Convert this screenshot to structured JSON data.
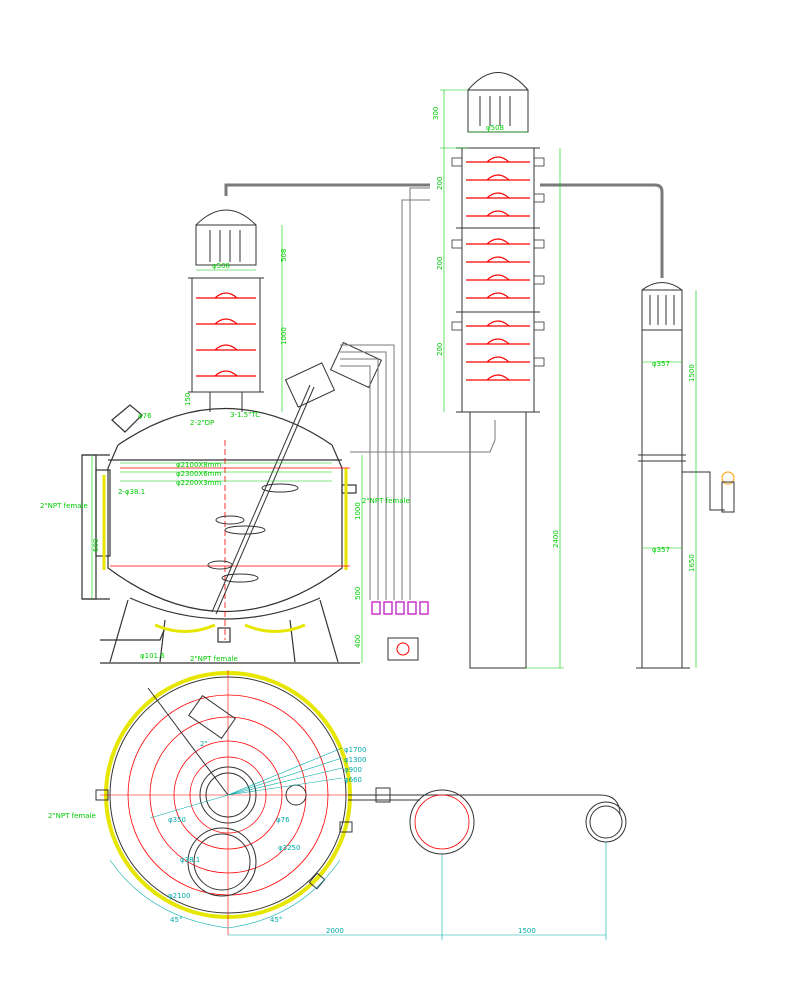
{
  "colors": {
    "outline": "#333333",
    "dimension": "#00cc00",
    "centerline": "#ff0000",
    "tray": "#ff0000",
    "jacket": "#e6e600",
    "pipe": "#7a7a7a",
    "sample_valves": "#cc33cc",
    "plan_dimension": "#00aaaa",
    "note_blue": "#3333cc"
  },
  "elevation": {
    "tank": {
      "dims": {
        "d2100": "φ2100X8mm",
        "d2300": "φ2300X6mm",
        "d2200": "φ2200X3mm",
        "height_1000": "1000",
        "height_500": "500",
        "height_600": "600",
        "leg_400": "400",
        "d38": "2-φ38.1",
        "bottom_outlet": "φ101.6",
        "d76": "φ76"
      },
      "notes": {
        "npt_left": "2\"NPT female",
        "npt_right": "2\"NPT female",
        "npt_bottom": "2\"NPT female",
        "dp_fitting": "2-2\"DP",
        "top_fitting": "3-1.5\"TC"
      }
    },
    "column_small": {
      "dims": {
        "diameter": "φ508",
        "top_height": "508",
        "body_height": "1000",
        "bottom_height": "150"
      }
    },
    "column_tall": {
      "dims": {
        "diameter": "φ508",
        "top_height": "300",
        "total_height": "2400",
        "seg_1": "200",
        "seg_2": "200",
        "seg_3": "200"
      }
    },
    "condenser": {
      "dims": {
        "diameter_top": "φ357",
        "diameter_bottom": "φ357",
        "height_top": "1500",
        "height_bottom": "1650"
      }
    }
  },
  "plan": {
    "dims": {
      "d1700": "φ1700",
      "d1300": "φ1300",
      "d900": "φ900",
      "d660": "φ660",
      "d350": "φ350",
      "d3250": "φ3250",
      "d76": "φ76",
      "d2100": "φ2100",
      "angle_45_left": "45°",
      "angle_45_right": "45°",
      "dist_2000": "2000",
      "dist_1500": "1500",
      "two_inch": "2\"",
      "d38": "φ38.1"
    },
    "notes": {
      "npt": "2\"NPT female"
    }
  }
}
